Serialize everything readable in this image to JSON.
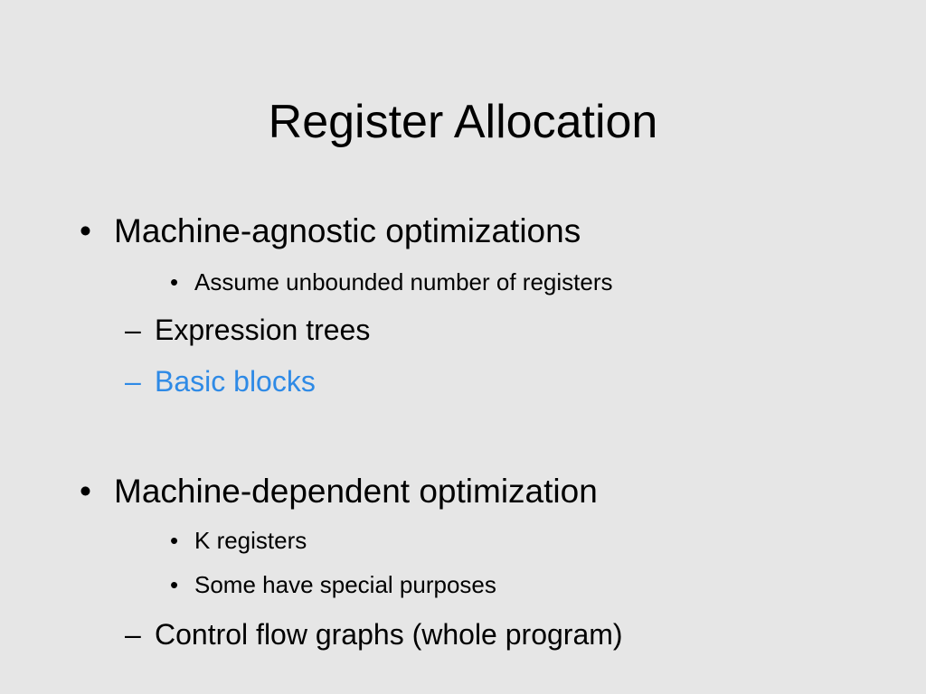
{
  "slide": {
    "title": "Register Allocation",
    "colors": {
      "background": "#e6e6e6",
      "text": "#000000",
      "highlight": "#2e8ae6"
    },
    "sections": [
      {
        "bullet": "•",
        "text": "Machine-agnostic optimizations",
        "sub_bullets": [
          {
            "bullet": "•",
            "text": "Assume unbounded number of registers"
          }
        ],
        "dashes": [
          {
            "bullet": "–",
            "text": "Expression trees",
            "highlighted": false
          },
          {
            "bullet": "–",
            "text": "Basic blocks",
            "highlighted": true
          }
        ]
      },
      {
        "bullet": "•",
        "text": "Machine-dependent optimization",
        "sub_bullets": [
          {
            "bullet": "•",
            "text": "K registers"
          },
          {
            "bullet": "•",
            "text": "Some have special purposes"
          }
        ],
        "dashes": [
          {
            "bullet": "–",
            "text": "Control flow graphs (whole program)",
            "highlighted": false
          }
        ]
      }
    ]
  }
}
